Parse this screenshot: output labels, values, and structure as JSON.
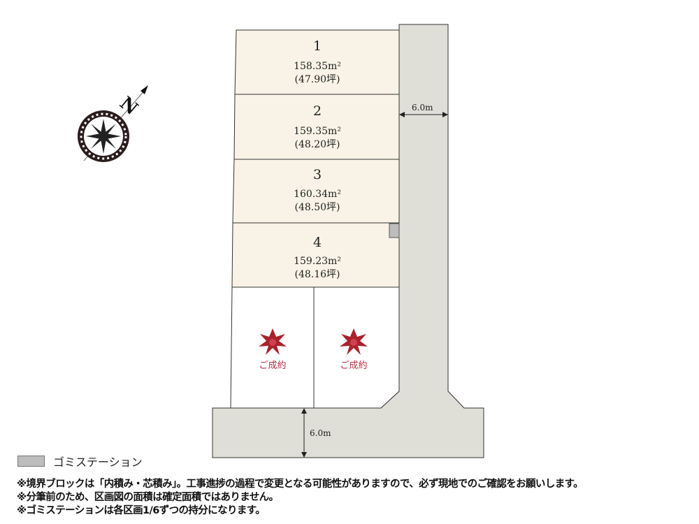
{
  "lots": [
    {
      "number": "1",
      "area_m2": "158.35m²",
      "area_tsubo": "(47.90坪)"
    },
    {
      "number": "2",
      "area_m2": "159.35m²",
      "area_tsubo": "(48.20坪)"
    },
    {
      "number": "3",
      "area_m2": "160.34m²",
      "area_tsubo": "(48.50坪)"
    },
    {
      "number": "4",
      "area_m2": "159.23m²",
      "area_tsubo": "(48.16坪)"
    }
  ],
  "sold_lots": [
    {
      "label": "ご成約"
    },
    {
      "label": "ご成約"
    }
  ],
  "road": {
    "width_vertical": "6.0m",
    "width_horizontal": "6.0m"
  },
  "compass": {
    "north_label": "N"
  },
  "legend": {
    "label": "ゴミステーション"
  },
  "notes": [
    "※境界ブロックは「内積み・芯積み」。工事進捗の過程で変更となる可能性がありますので、必ず現地でのご確認をお願いします。",
    "※分筆前のため、区画図の面積は確定面積ではありません。",
    "※ゴミステーションは各区画1/6ずつの持分になります。"
  ],
  "colors": {
    "lot_fill": "#f8f3e6",
    "road_fill": "#dfdfd7",
    "garbage_station": "#bdbdbd",
    "sold_text": "#b03040"
  }
}
